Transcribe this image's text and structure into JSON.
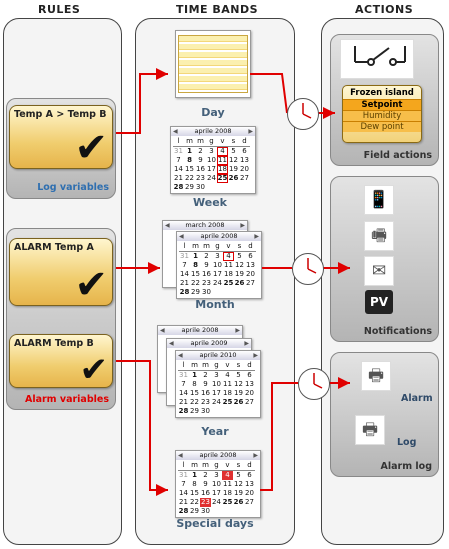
{
  "headers": {
    "rules": "RULES",
    "time_bands": "TIME BANDS",
    "actions": "ACTIONS"
  },
  "rules": {
    "card1": "Temp A > Temp B",
    "panel1_label": "Log variables",
    "card2": "ALARM Temp A",
    "card3": "ALARM Temp B",
    "panel2_label": "Alarm variables"
  },
  "bands": {
    "day": "Day",
    "week": "Week",
    "month": "Month",
    "year": "Year",
    "special": "Special days"
  },
  "calendars": {
    "aprile_2008": "aprile 2008",
    "march_2008": "march 2008",
    "aprile_2009": "aprile 2009",
    "aprile_2010": "aprile 2010",
    "day_headers": [
      "l",
      "m",
      "m",
      "g",
      "v",
      "s",
      "d"
    ]
  },
  "actions": {
    "field": {
      "title": "Frozen island",
      "items": [
        "Setpoint",
        "Humidity",
        "Dew point"
      ],
      "label": "Field actions"
    },
    "notifications": {
      "label": "Notifications"
    },
    "alarm_log": {
      "alarm": "Alarm",
      "log": "Log",
      "label": "Alarm log"
    }
  },
  "icons": [
    "switch-icon",
    "phone-icon",
    "fax-icon",
    "envelope-icon",
    "pvp-icon",
    "printer-icon",
    "clock-icon",
    "checkmark-icon"
  ],
  "colors": {
    "card_gold": "#f0cd6e",
    "arrow_red": "#e00000",
    "log_blue": "#2f6fb0",
    "alarm_red": "#e00000",
    "band_label": "#44607a"
  }
}
